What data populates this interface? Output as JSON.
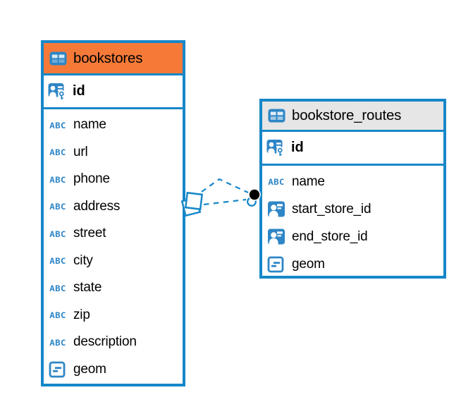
{
  "colors": {
    "border_blue": "#1787c9",
    "icon_blue": "#2e86c6",
    "bookstores_header_bg": "#f57a38",
    "routes_header_bg": "#e6e6e6",
    "relation_dot": "#000000",
    "background": "#ffffff",
    "text": "#000000"
  },
  "icons": {
    "text_label": "ABC",
    "table_icon": "table-grid-icon",
    "pk_icon": "person-key-icon",
    "fk_icon": "person-card-icon",
    "geometry_icon": "geometry-icon"
  },
  "tables": [
    {
      "title": "bookstores",
      "columns": [
        {
          "name": "id",
          "type": "primary-key"
        },
        {
          "name": "name",
          "type": "text"
        },
        {
          "name": "url",
          "type": "text"
        },
        {
          "name": "phone",
          "type": "text"
        },
        {
          "name": "address",
          "type": "text"
        },
        {
          "name": "street",
          "type": "text"
        },
        {
          "name": "city",
          "type": "text"
        },
        {
          "name": "state",
          "type": "text"
        },
        {
          "name": "zip",
          "type": "text"
        },
        {
          "name": "description",
          "type": "text"
        },
        {
          "name": "geom",
          "type": "geometry"
        }
      ]
    },
    {
      "title": "bookstore_routes",
      "columns": [
        {
          "name": "id",
          "type": "primary-key"
        },
        {
          "name": "name",
          "type": "text"
        },
        {
          "name": "start_store_id",
          "type": "reference"
        },
        {
          "name": "end_store_id",
          "type": "reference"
        },
        {
          "name": "geom",
          "type": "geometry"
        }
      ]
    }
  ],
  "connector": {
    "style": "dashed",
    "line_count": 2,
    "left_marker": "overlapping-squares-marker",
    "right_marker": "black-dot-and-circle-marker"
  }
}
